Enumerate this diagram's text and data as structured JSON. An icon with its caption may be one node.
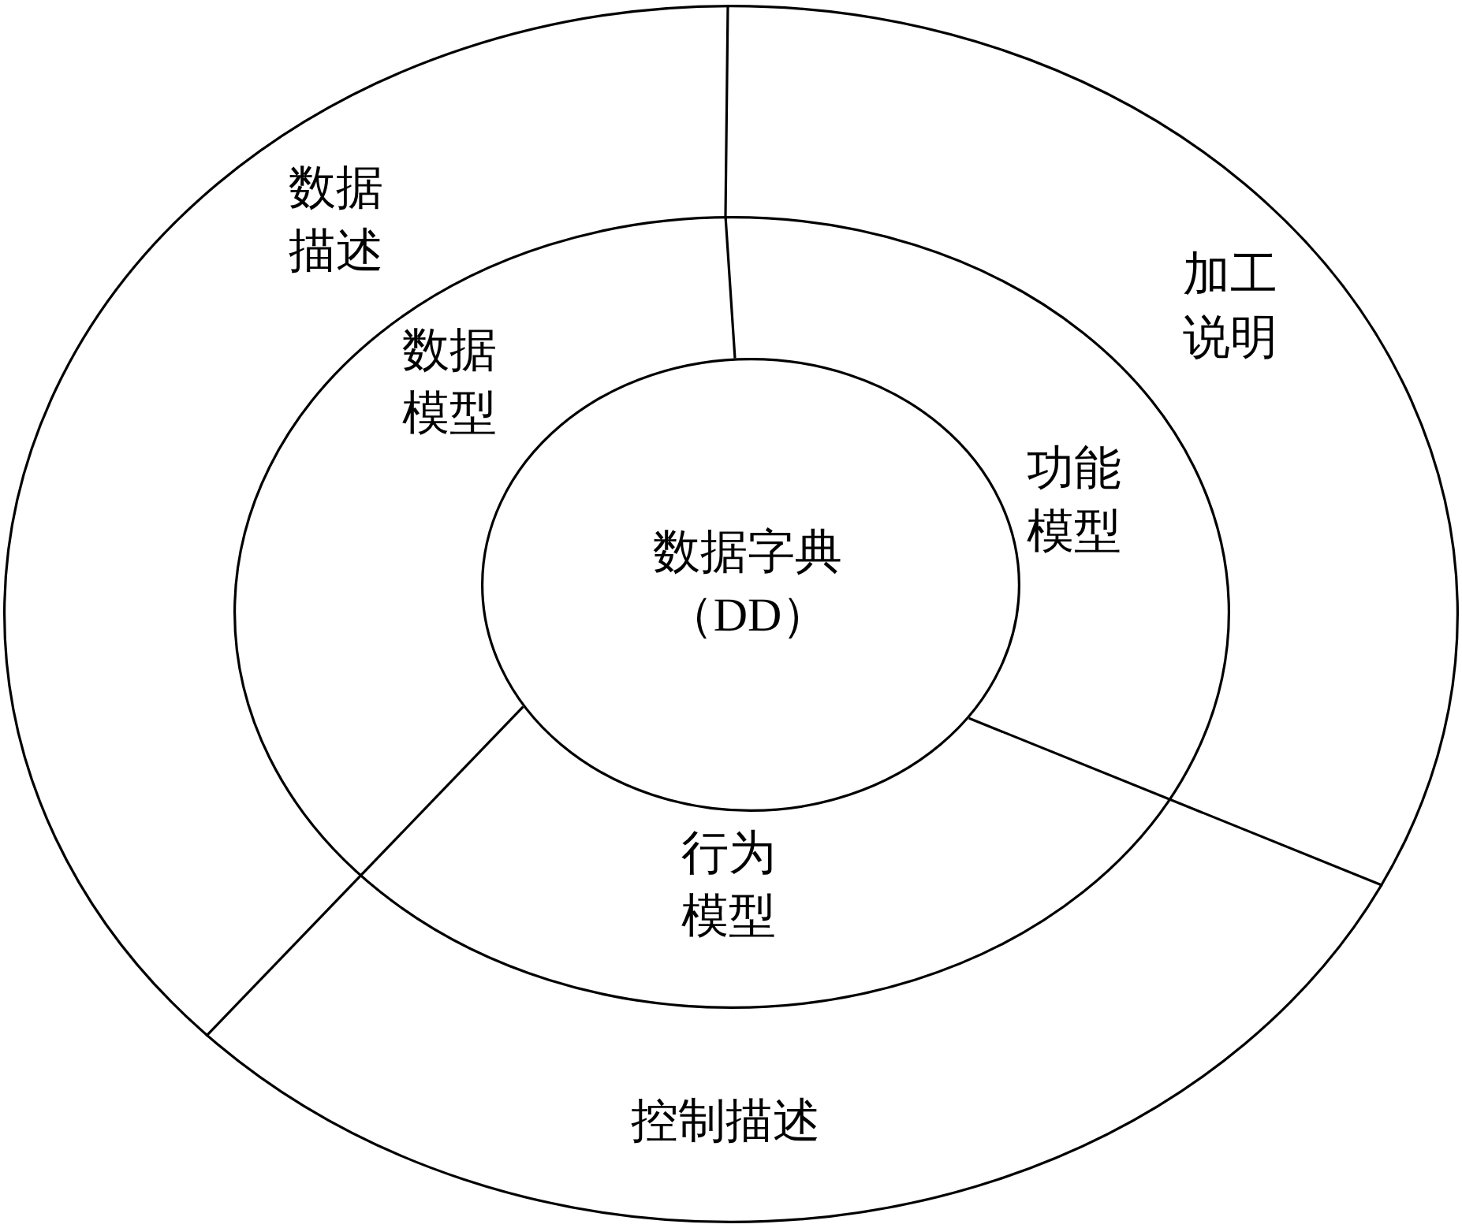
{
  "diagram": {
    "nodes": [
      {
        "text": [
          "数据描述",
          "加工说明",
          "控制描述"
        ]
      },
      {
        "text": [
          "数据模型",
          "功能模型",
          "行为模型"
        ],
        "in": 0
      },
      {
        "text": [
          "数据字典（DD）"
        ],
        "in": 1
      }
    ]
  }
}
